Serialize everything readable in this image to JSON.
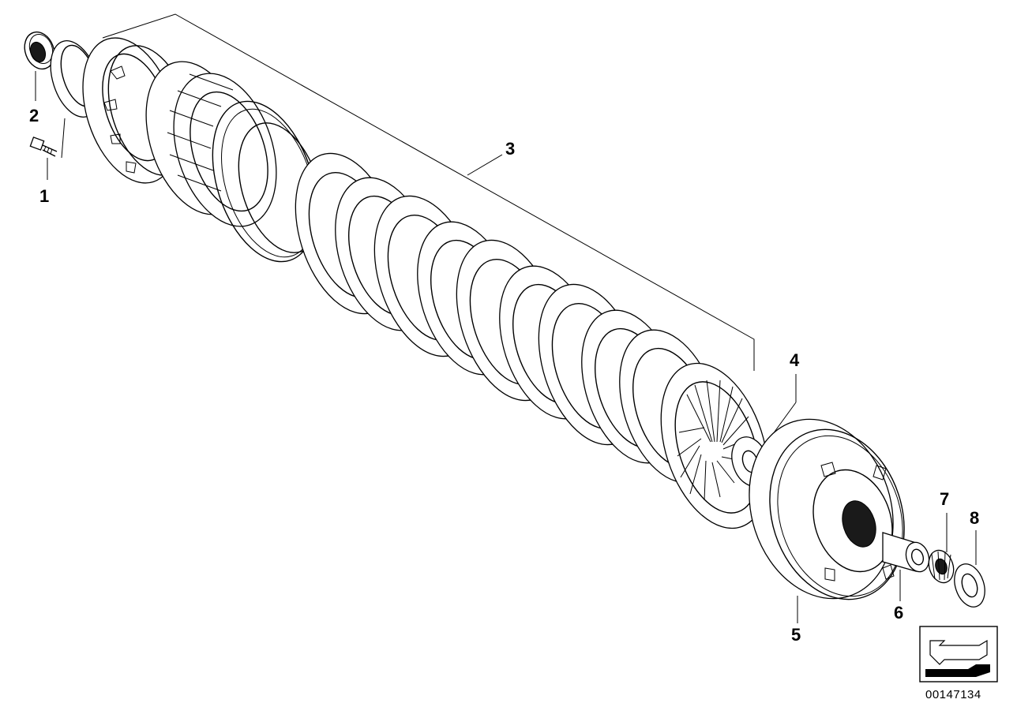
{
  "diagram": {
    "part_numbers": [
      "1",
      "2",
      "3",
      "4",
      "5",
      "6",
      "7",
      "8"
    ],
    "diagram_id": "00147134",
    "icons": [
      "clutch-exploded-view-illustration",
      "direction-arrow-icon"
    ]
  }
}
